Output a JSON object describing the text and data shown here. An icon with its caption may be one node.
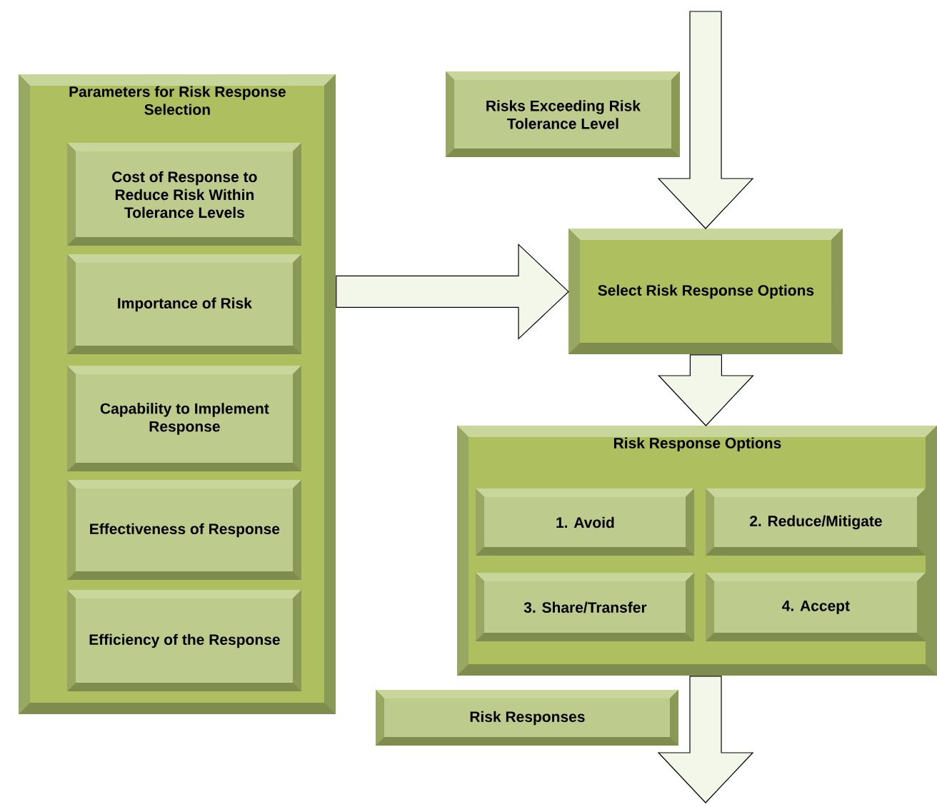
{
  "diagram": {
    "nodes": [
      {
        "text": [
          "Parameters for Risk Response Selection"
        ]
      },
      {
        "text": [
          "Cost of Response to Reduce Risk Within Tolerance Levels"
        ],
        "in": 0
      },
      {
        "text": [
          "Importance of Risk"
        ],
        "in": 0
      },
      {
        "text": [
          "Capability to Implement Response"
        ],
        "in": 0
      },
      {
        "text": [
          "Effectiveness of Response"
        ],
        "in": 0
      },
      {
        "text": [
          "Efficiency of the Response"
        ],
        "in": 0
      },
      {
        "text": [
          "Risks Exceeding Risk Tolerance Level"
        ]
      },
      {
        "text": [
          "Select Risk Response Options"
        ]
      },
      {
        "text": [
          "Risk Response Options"
        ]
      },
      {
        "text": [
          "1. Avoid"
        ],
        "in": 8
      },
      {
        "text": [
          "2. Reduce/Mitigate"
        ],
        "in": 8
      },
      {
        "text": [
          "3. Share/Transfer"
        ],
        "in": 8
      },
      {
        "text": [
          "4. Accept"
        ],
        "in": 8
      },
      {
        "text": [
          "Risk Responses"
        ]
      }
    ],
    "edges": [
      {
        "from": null,
        "to": 7,
        "arrow": "to"
      },
      {
        "from": 0,
        "to": 7,
        "arrow": "to"
      },
      {
        "from": 7,
        "to": 8,
        "arrow": "to"
      },
      {
        "from": 8,
        "to": null,
        "arrow": "to"
      }
    ]
  }
}
